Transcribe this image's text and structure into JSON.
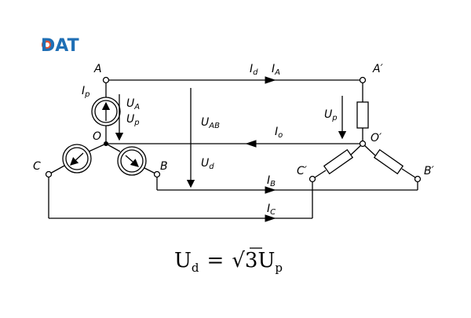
{
  "logo": {
    "text": "DAT",
    "color": "#1f6fb5",
    "accent": "#e8502f"
  },
  "nodes": {
    "A": "A",
    "B": "B",
    "C": "C",
    "O": "O",
    "A_prime": "A′",
    "B_prime": "B′",
    "C_prime": "C′",
    "O_prime": "O′"
  },
  "currents": {
    "Id": {
      "main": "I",
      "sub": "d"
    },
    "IA": {
      "main": "I",
      "sub": "A"
    },
    "Ip": {
      "main": "I",
      "sub": "p"
    },
    "Io": {
      "main": "I",
      "sub": "o"
    },
    "IB": {
      "main": "I",
      "sub": "B"
    },
    "IC": {
      "main": "I",
      "sub": "C"
    }
  },
  "voltages": {
    "UA": {
      "main": "U",
      "sub": "A"
    },
    "Up_left": {
      "main": "U",
      "sub": "p"
    },
    "UAB": {
      "main": "U",
      "sub": "AB"
    },
    "Ud": {
      "main": "U",
      "sub": "d"
    },
    "Up_right": {
      "main": "U",
      "sub": "p"
    }
  },
  "formula": {
    "lhs_main": "U",
    "lhs_sub": "d",
    "equals": "=",
    "radical": "√",
    "radicand": "3",
    "rhs_main": "U",
    "rhs_sub": "p"
  },
  "colors": {
    "line": "#000000",
    "background": "#ffffff"
  }
}
